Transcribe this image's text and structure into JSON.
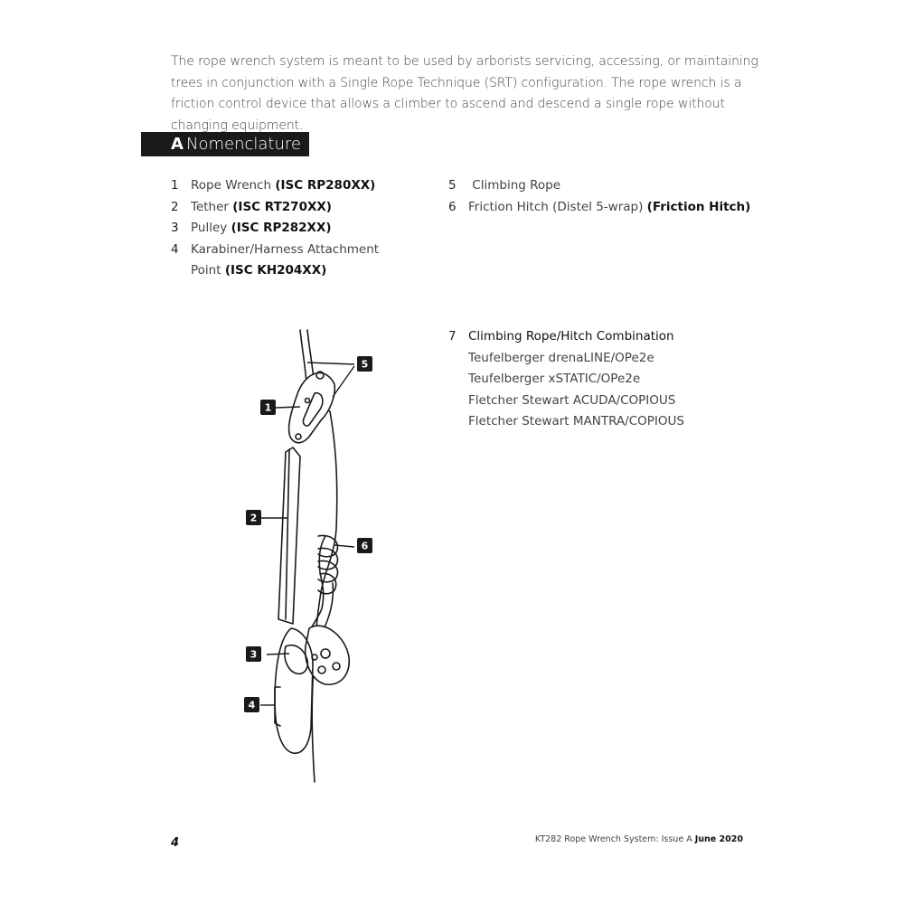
{
  "intro": "The rope wrench system is meant to be used by arborists servicing, accessing, or maintaining trees in conjunction with a Single Rope Technique (SRT) configuration. The rope wrench is a friction control device that allows a climber to ascend and descend a single rope without changing equipment.",
  "section": {
    "letter": "A",
    "title": "Nomenclature"
  },
  "nomenclature_left": [
    {
      "num": "1",
      "text": "Rope Wrench",
      "code": "(ISC RP280XX)"
    },
    {
      "num": "2",
      "text": "Tether",
      "code": "(ISC RT270XX)"
    },
    {
      "num": "3",
      "text": "Pulley",
      "code": "(ISC RP282XX)"
    },
    {
      "num": "4",
      "text": "Karabiner/Harness Attachment Point",
      "code": "(ISC KH204XX)"
    }
  ],
  "nomenclature_right": [
    {
      "num": "5",
      "text": " Climbing Rope",
      "code": ""
    },
    {
      "num": "6",
      "text": "Friction Hitch (Distel 5-wrap)",
      "code": "(Friction Hitch)"
    }
  ],
  "combination": {
    "num": "7",
    "heading": "Climbing Rope/Hitch Combination",
    "items": [
      "Teufelberger drenaLINE/OPe2e",
      "Teufelberger xSTATIC/OPe2e",
      "Fletcher Stewart ACUDA/COPIOUS",
      "Fletcher Stewart MANTRA/COPIOUS"
    ]
  },
  "diagram": {
    "callouts": [
      "1",
      "2",
      "3",
      "4",
      "5",
      "6"
    ]
  },
  "footer": {
    "page": "4",
    "doc": "KT282 Rope Wrench System: Issue A",
    "date": "June 2020"
  }
}
